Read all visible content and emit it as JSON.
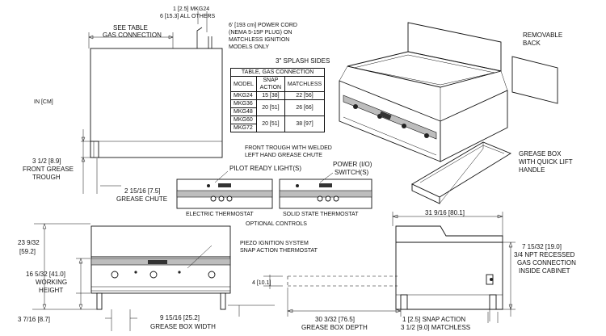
{
  "labels": {
    "cord_size_1": "1 [2.5] MKG24",
    "cord_size_2": "6 [15.3] ALL OTHERS",
    "see_table_1": "SEE TABLE",
    "see_table_2": "GAS CONNECTION",
    "power_cord_1": "6' [193 cm] POWER CORD",
    "power_cord_2": "(NEMA 5-15P PLUG) ON",
    "power_cord_3": "MATCHLESS IGNITION",
    "power_cord_4": "MODELS ONLY",
    "removable_back_1": "REMOVABLE",
    "removable_back_2": "BACK",
    "splash_sides": "3\" SPLASH SIDES",
    "units": "IN [CM]",
    "front_trough_1": "FRONT TROUGH WITH WELDED",
    "front_trough_2": "LEFT HAND GREASE CHUTE",
    "front_grease_1": "3 1/2  [8.9]",
    "front_grease_2": "FRONT GREASE",
    "front_grease_3": "TROUGH",
    "grease_box_1": "GREASE BOX",
    "grease_box_2": "WITH QUICK LIFT",
    "grease_box_3": "HANDLE",
    "pilot_ready": "PILOT READY LIGHT(S)",
    "power_switch_1": "POWER (I/O)",
    "power_switch_2": "SWITCH(S)",
    "chute_1": "2 15/16 [7.5]",
    "chute_2": "GREASE CHUTE",
    "electric_thermostat": "ELECTRIC THERMOSTAT",
    "solid_state_thermostat": "SOLID STATE THERMOSTAT",
    "optional_controls": "OPTIONAL CONTROLS",
    "overall_height_1": "23 9/32",
    "overall_height_2": "[59.2]",
    "piezo": "PIEZO IGNITION SYSTEM",
    "snap_thermostat": "SNAP ACTION THERMOSTAT",
    "working_height_1": "16 5/32 [41.0]",
    "working_height_2": "WORKING",
    "working_height_3": "HEIGHT",
    "leg_height": "3 7/16  [8.7]",
    "box_dim": "4 [10.1]",
    "box_width_1": "9 15/16  [25.2]",
    "box_width_2": "GREASE BOX WIDTH",
    "depth_top": "31 9/16 [80.1]",
    "box_depth_1": "30 3/32  [76.5]",
    "box_depth_2": "GREASE BOX DEPTH",
    "snap_action_1": "1 [2.5] SNAP ACTION",
    "snap_action_2": "3 1/2 [9.0] MATCHLESS",
    "npt_1": "7 15/32  [19.0]",
    "npt_2": "3/4 NPT RECESSED",
    "npt_3": "GAS CONNECTION",
    "npt_4": "INSIDE CABINET"
  },
  "gas_table": {
    "title": "TABLE, GAS CONNECTION",
    "headers": [
      "MODEL",
      "SNAP ACTION",
      "MATCHLESS"
    ],
    "rows": [
      {
        "model": "MKG24",
        "snap": "15 [38]",
        "matchless": "22 [56]"
      },
      {
        "model": "MKG36",
        "snap": "20 [51]",
        "matchless": "26 [66]"
      },
      {
        "model": "MKG48",
        "snap": "",
        "matchless": ""
      },
      {
        "model": "MKG60",
        "snap": "20 [51]",
        "matchless": "38 [97]"
      },
      {
        "model": "MKG72",
        "snap": "",
        "matchless": ""
      }
    ]
  }
}
